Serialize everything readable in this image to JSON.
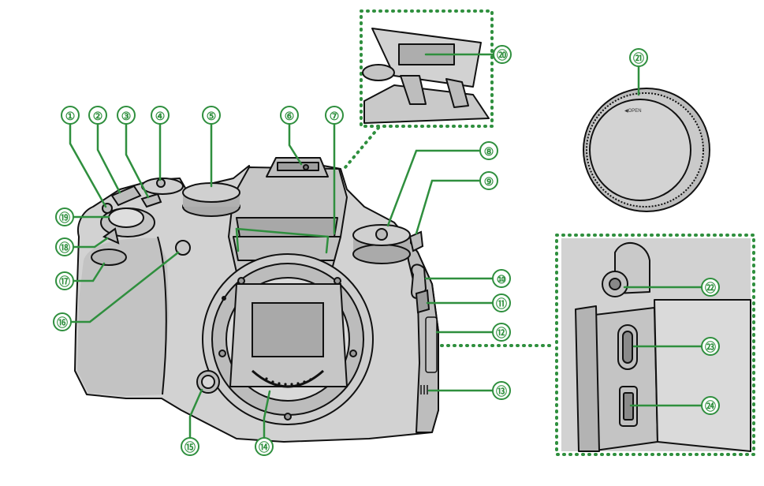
{
  "colors": {
    "accent": "#2f8f3e",
    "camera_body": "#d2d2d2",
    "camera_shadow": "#b5b5b5",
    "outline": "#111111",
    "background": "#ffffff"
  },
  "callouts": [
    {
      "id": 1,
      "label": "①"
    },
    {
      "id": 2,
      "label": "②"
    },
    {
      "id": 3,
      "label": "③"
    },
    {
      "id": 4,
      "label": "④"
    },
    {
      "id": 5,
      "label": "⑤"
    },
    {
      "id": 6,
      "label": "⑥"
    },
    {
      "id": 7,
      "label": "⑦"
    },
    {
      "id": 8,
      "label": "⑧"
    },
    {
      "id": 9,
      "label": "⑨"
    },
    {
      "id": 10,
      "label": "⑩"
    },
    {
      "id": 11,
      "label": "⑪"
    },
    {
      "id": 12,
      "label": "⑫"
    },
    {
      "id": 13,
      "label": "⑬"
    },
    {
      "id": 14,
      "label": "⑭"
    },
    {
      "id": 15,
      "label": "⑮"
    },
    {
      "id": 16,
      "label": "⑯"
    },
    {
      "id": 17,
      "label": "⑰"
    },
    {
      "id": 18,
      "label": "⑱"
    },
    {
      "id": 19,
      "label": "⑲"
    },
    {
      "id": 20,
      "label": "⑳"
    },
    {
      "id": 21,
      "label": "㉑"
    },
    {
      "id": 22,
      "label": "㉒"
    },
    {
      "id": 23,
      "label": "㉓"
    },
    {
      "id": 24,
      "label": "㉔"
    }
  ],
  "body_cap": {
    "open_text": "◀OPEN"
  }
}
